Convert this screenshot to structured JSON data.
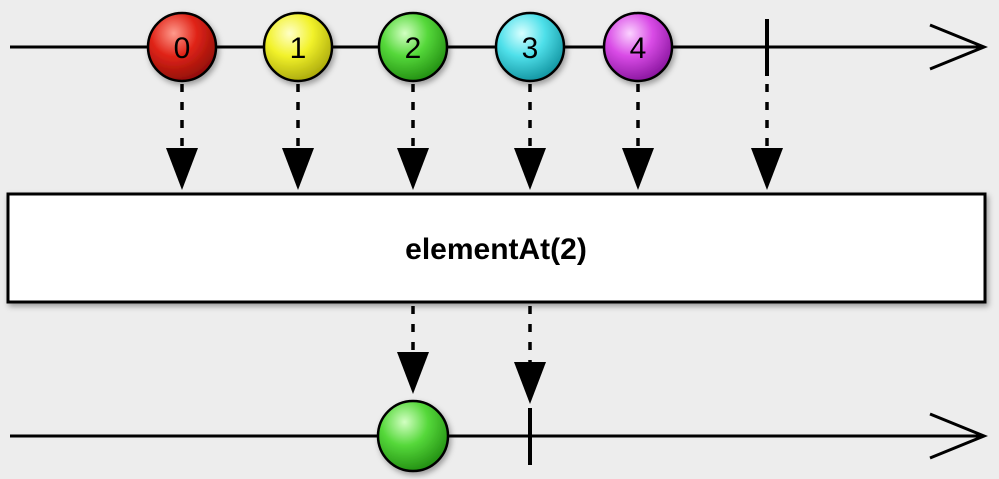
{
  "operator": {
    "label": "elementAt(2)"
  },
  "input_stream": {
    "marbles": [
      {
        "label": "0",
        "color": "#e02418"
      },
      {
        "label": "1",
        "color": "#f2f22a"
      },
      {
        "label": "2",
        "color": "#55d83a"
      },
      {
        "label": "3",
        "color": "#4fe0ea"
      },
      {
        "label": "4",
        "color": "#d94be6"
      }
    ],
    "completes": true
  },
  "output_stream": {
    "marbles": [
      {
        "label": "",
        "color": "#55d83a"
      }
    ],
    "completes": true
  },
  "colors": {
    "background": "#ededed",
    "line": "#000000",
    "operator_fill": "#ffffff"
  }
}
